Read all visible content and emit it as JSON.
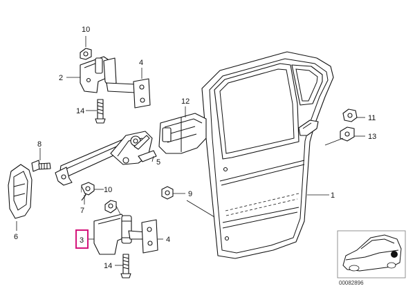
{
  "callouts": {
    "c1": "1",
    "c2": "2",
    "c3": "3",
    "c4a": "4",
    "c4b": "4",
    "c5": "5",
    "c6": "6",
    "c7": "7",
    "c8": "8",
    "c9": "9",
    "c10a": "10",
    "c10b": "10",
    "c11": "11",
    "c12": "12",
    "c13": "13",
    "c14a": "14",
    "c14b": "14"
  },
  "highlight": {
    "callout": "3",
    "color": "#d4147a"
  },
  "drawing_number": "00082896"
}
